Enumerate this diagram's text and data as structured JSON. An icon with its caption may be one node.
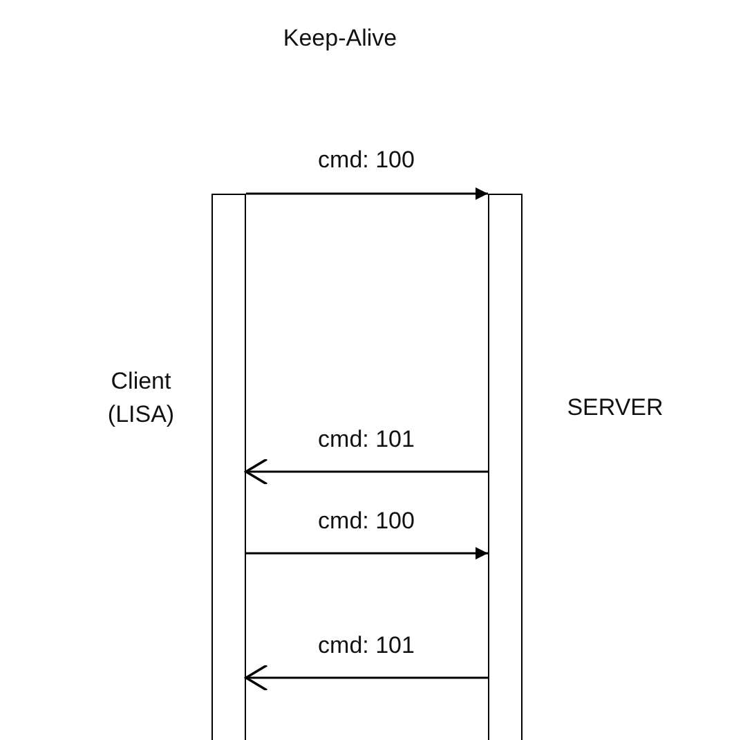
{
  "diagram": {
    "title": "Keep-Alive",
    "nodes": [
      {
        "text": [],
        "shape": "bar",
        "beside": [
          "Client (LISA)"
        ]
      },
      {
        "text": [],
        "shape": "bar",
        "beside": [
          "SERVER"
        ]
      }
    ],
    "edges": [
      {
        "from": 0,
        "to": 1,
        "arrow": "to",
        "label": "cmd: 100"
      },
      {
        "from": 1,
        "to": 0,
        "arrow": "to",
        "label": "cmd: 101"
      },
      {
        "from": 0,
        "to": 1,
        "arrow": "to",
        "label": "cmd: 100"
      },
      {
        "from": 1,
        "to": 0,
        "arrow": "to",
        "label": "cmd: 101"
      }
    ]
  }
}
